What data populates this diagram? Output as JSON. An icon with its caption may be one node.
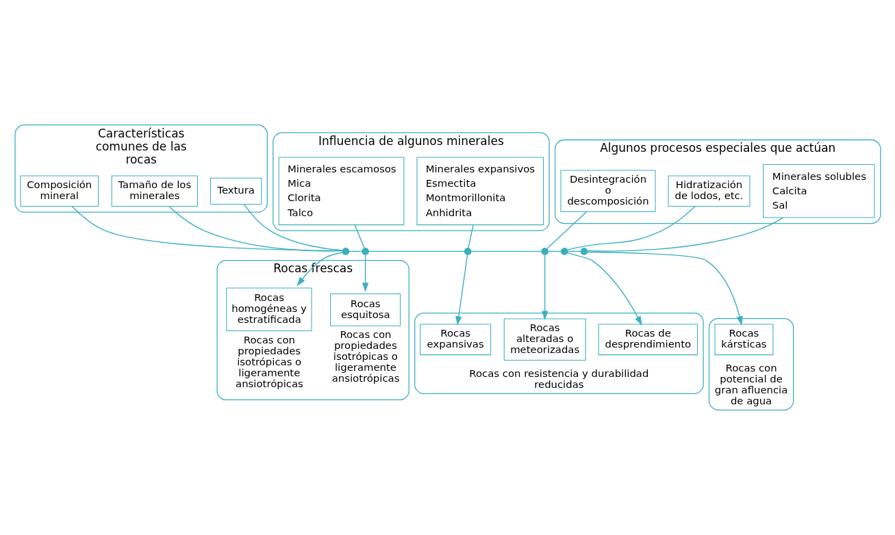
{
  "diagram": {
    "nodes": [
      {
        "text": [
          "Características comunes de las rocas"
        ]
      },
      {
        "text": [
          "Composición mineral"
        ],
        "in": 0
      },
      {
        "text": [
          "Tamaño de los minerales"
        ],
        "in": 0
      },
      {
        "text": [
          "Textura"
        ],
        "in": 0
      },
      {
        "text": [
          "Influencia de algunos minerales"
        ]
      },
      {
        "text": [
          "Minerales escamosos",
          "Mica",
          "Clorita",
          "Talco"
        ],
        "in": 4
      },
      {
        "text": [
          "Minerales expansivos",
          "Esmectita",
          "Montmorillonita",
          "Anhidrita"
        ],
        "in": 4
      },
      {
        "text": [
          "Algunos procesos especiales que actúan"
        ]
      },
      {
        "text": [
          "Desintegración o descomposición"
        ],
        "in": 7
      },
      {
        "text": [
          "Hidratización de lodos, etc."
        ],
        "in": 7
      },
      {
        "text": [
          "Minerales solubles",
          "Calcita",
          "Sal"
        ],
        "in": 7
      },
      {
        "text": [
          "Rocas frescas"
        ]
      },
      {
        "text": [
          "Rocas homogéneas y estratificada"
        ],
        "in": 11,
        "beside": [
          "Rocas con propiedades isotrópicas o ligeramente ansiotrópicas"
        ]
      },
      {
        "text": [
          "Rocas esquitosa"
        ],
        "in": 11,
        "beside": [
          "Rocas con propiedades isotrópicas o ligeramente ansiotrópicas"
        ]
      },
      {
        "text": [
          "Rocas con resistencia y durabilidad reducidas"
        ]
      },
      {
        "text": [
          "Rocas expansivas"
        ],
        "in": 14
      },
      {
        "text": [
          "Rocas alteradas o meteorizadas"
        ],
        "in": 14
      },
      {
        "text": [
          "Rocas de desprendimiento"
        ],
        "in": 14
      },
      {
        "text": [
          "Rocas con potencial de gran afluencia de agua"
        ]
      },
      {
        "text": [
          "Rocas kársticas"
        ],
        "in": 18
      },
      {
        "text": [],
        "shape": "circle"
      },
      {
        "text": [],
        "shape": "circle"
      },
      {
        "text": [],
        "shape": "circle"
      },
      {
        "text": [],
        "shape": "circle"
      },
      {
        "text": [],
        "shape": "circle"
      },
      {
        "text": [],
        "shape": "circle"
      }
    ],
    "edges": [
      {
        "from": 1,
        "to": 20,
        "arrow": "none"
      },
      {
        "from": 2,
        "to": 20,
        "arrow": "none"
      },
      {
        "from": 3,
        "to": 20,
        "arrow": "none"
      },
      {
        "from": 20,
        "to": 21,
        "arrow": "none"
      },
      {
        "from": 21,
        "to": 22,
        "arrow": "none"
      },
      {
        "from": 22,
        "to": 23,
        "arrow": "none"
      },
      {
        "from": 23,
        "to": 24,
        "arrow": "none"
      },
      {
        "from": 24,
        "to": 25,
        "arrow": "none"
      },
      {
        "from": 5,
        "to": 21,
        "arrow": "none"
      },
      {
        "from": 6,
        "to": 22,
        "arrow": "none"
      },
      {
        "from": 8,
        "to": 23,
        "arrow": "none"
      },
      {
        "from": 9,
        "to": 24,
        "arrow": "none"
      },
      {
        "from": 10,
        "to": 25,
        "arrow": "none"
      },
      {
        "from": 20,
        "to": 12,
        "arrow": "to"
      },
      {
        "from": 21,
        "to": 13,
        "arrow": "to"
      },
      {
        "from": 22,
        "to": 15,
        "arrow": "to"
      },
      {
        "from": 23,
        "to": 16,
        "arrow": "to"
      },
      {
        "from": 24,
        "to": 17,
        "arrow": "to"
      },
      {
        "from": 25,
        "to": 19,
        "arrow": "to"
      }
    ]
  }
}
